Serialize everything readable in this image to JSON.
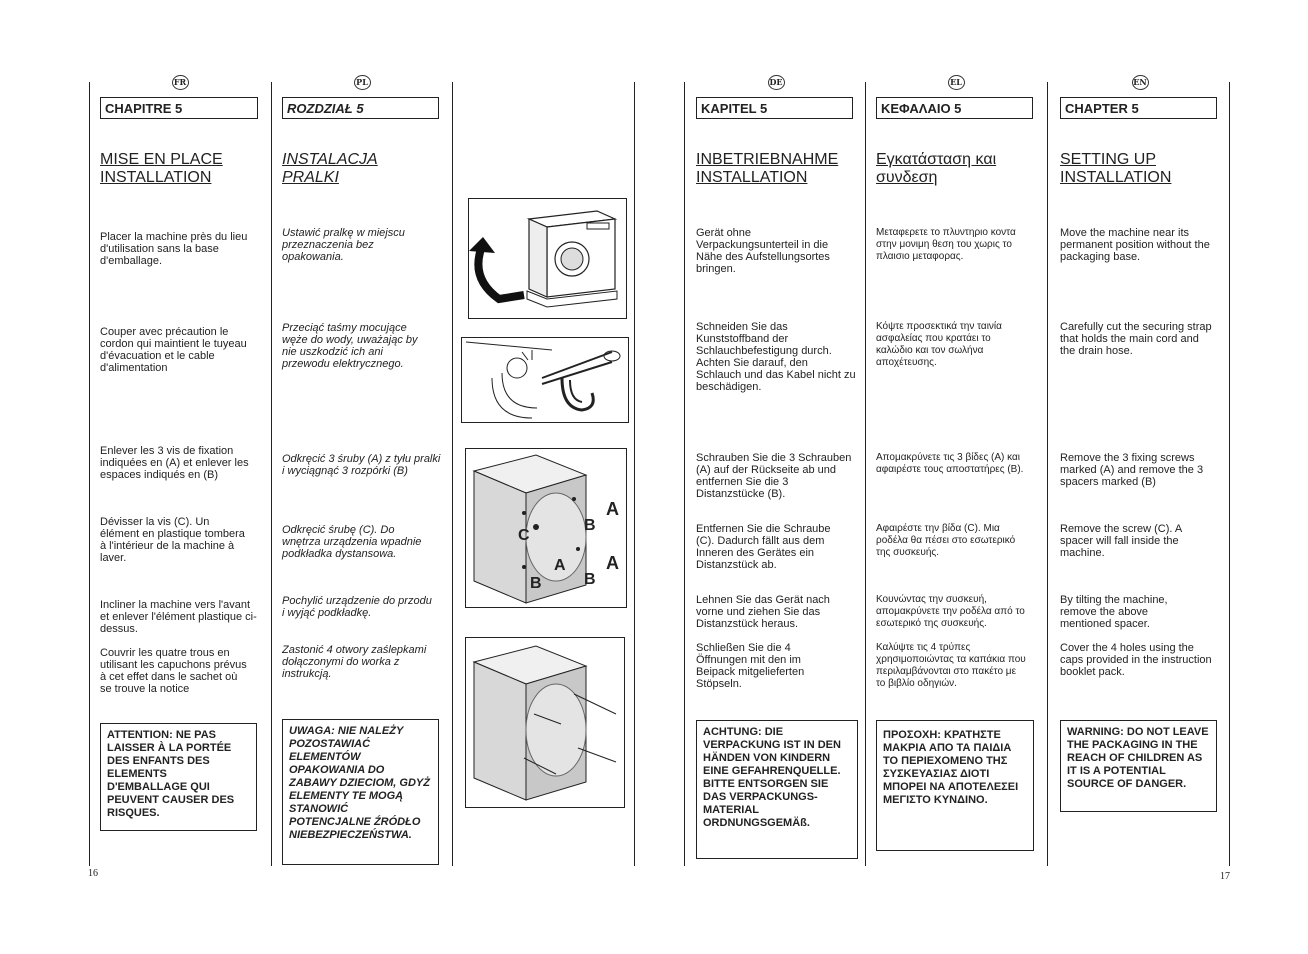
{
  "page_numbers": {
    "left": "16",
    "right": "17"
  },
  "fr": {
    "lang": "FR",
    "chapter": "CHAPITRE 5",
    "title": "MISE EN PLACE INSTALLATION",
    "p1": "Placer la machine près du lieu d'utilisation sans la base d'emballage.",
    "p2": "Couper avec précaution le cordon qui maintient le tuyeau d'évacuation et le cable d'alimentation",
    "p3": "Enlever les 3 vis de fixation indiquées en (A) et enlever les espaces indiqués en (B)",
    "p4": "Dévisser la vis (C). Un élément en plastique tombera à l'intérieur de la machine à laver.",
    "p5": "Incliner la machine vers l'avant et enlever l'élément plastique ci-dessus.",
    "p6": "Couvrir les quatre trous en utilisant les capuchons prévus à cet effet dans le sachet où se trouve la notice",
    "warning": "ATTENTION: NE PAS LAISSER À LA PORTÉE DES ENFANTS DES ELEMENTS D'EMBALLAGE QUI PEUVENT CAUSER DES RISQUES."
  },
  "pl": {
    "lang": "PL",
    "chapter": "ROZDZIAŁ 5",
    "title": "INSTALACJA PRALKI",
    "p1": "Ustawić pralkę w miejscu przeznaczenia bez opakowania.",
    "p2": "Przeciąć taśmy mocujące węże do wody, uważając by nie uszkodzić ich ani przewodu elektrycznego.",
    "p3": "Odkręcić 3 śruby (A) z tyłu pralki i wyciągnąć 3 rozpórki (B)",
    "p4": "Odkręcić śrubę (C). Do wnętrza urządzenia wpadnie podkładka dystansowa.",
    "p5": "Pochylić urządzenie do przodu i wyjąć podkładkę.",
    "p6": "Zastonić 4 otwory zaślepkami dołączonymi do worka z instrukcją.",
    "warning": "UWAGA: NIE NALEŻY POZOSTAWIAĆ ELEMENTÓW OPAKOWANIA DO ZABAWY DZIECIOM, GDYŻ ELEMENTY TE MOGĄ STANOWIĆ POTENCJALNE ŹRÓDŁO NIEBEZPIECZEŃSTWA."
  },
  "de": {
    "lang": "DE",
    "chapter": "KAPITEL 5",
    "title": "INBETRIEBNAHME INSTALLATION",
    "p1": "Gerät ohne Verpackungsunterteil in die Nähe des Aufstellungsortes bringen.",
    "p2": "Schneiden Sie das Kunststoffband der Schlauchbefestigung durch. Achten Sie darauf, den Schlauch und das Kabel nicht zu beschädigen.",
    "p3": "Schrauben Sie die 3 Schrauben (A) auf der Rückseite ab und entfernen Sie die 3 Distanzstücke (B).",
    "p4": "Entfernen Sie die Schraube (C). Dadurch fällt aus dem Inneren des Gerätes ein Distanzstück ab.",
    "p5": "Lehnen Sie das Gerät nach vorne und ziehen Sie das Distanzstück heraus.",
    "p6": "Schließen Sie die 4 Öffnungen mit den im Beipack mitgelieferten Stöpseln.",
    "warning": "ACHTUNG: DIE VERPACKUNG IST IN DEN HÄNDEN VON KINDERN EINE GEFAHRENQUELLE. BITTE ENTSORGEN SIE DAS VERPACKUNGS-MATERIAL ORDNUNGSGEMÄß."
  },
  "el": {
    "lang": "EL",
    "chapter": "ΚΕΦΑΛΑΙΟ 5",
    "title": "Εγκατάσταση και συνδεση",
    "p1": "Μεταφερετε το πλυντηριο κοντα στην μονιμη θεση του χωρις το πλαισιο μεταφορας.",
    "p2": "Κόψτε προσεκτικά την ταινία ασφαλείας που κρατάει το καλώδιο και τον σωλήνα αποχέτευσης.",
    "p3": "Απομακρύνετε τις 3 βίδες (A) και αφαιρέστε τους αποστατήρες (B).",
    "p4": "Αφαιρέστε την βίδα (C). Μια ροδέλα θα πέσει στο εσωτερικό της συσκευής.",
    "p5": "Κουνώντας την συσκευή, απομακρύνετε την ροδέλα από το εσωτερικό της συσκευής.",
    "p6": "Καλύψτε τις 4 τρύπες χρησιμοποιώντας τα καπάκια που περιλαμβάνονται στο πακέτο με το βιβλίο οδηγιών.",
    "warning": "ΠΡΟΣΟΧΗ: ΚΡΑΤΗΣΤΕ ΜΑΚΡΙΑ ΑΠΟ ΤΑ ΠΑΙΔΙΑ ΤΟ ΠΕΡΙΕΧΟΜΕΝΟ ΤΗΣ ΣΥΣΚΕΥΑΣΙΑΣ ΔΙΟΤΙ ΜΠΟΡΕΙ ΝΑ ΑΠΟΤΕΛΕΣΕΙ ΜΕΓΙΣΤΟ ΚΥΝΔΙΝΟ."
  },
  "en": {
    "lang": "EN",
    "chapter": "CHAPTER 5",
    "title": "SETTING UP INSTALLATION",
    "p1": "Move the machine near its permanent position without the packaging base.",
    "p2": "Carefully cut the securing strap that holds the main cord and the drain hose.",
    "p3": "Remove the 3 fixing screws marked (A) and remove the 3 spacers marked (B)",
    "p4": "Remove the screw (C). A spacer will fall inside the machine.",
    "p5": "By tilting the machine, remove the above mentioned spacer.",
    "p6": "Cover the 4 holes using the caps provided in the instruction booklet pack.",
    "warning": "WARNING: DO NOT LEAVE THE PACKAGING IN THE REACH OF CHILDREN AS IT IS A POTENTIAL SOURCE OF DANGER."
  },
  "figure_labels": {
    "a": "A",
    "b": "B",
    "c": "C"
  }
}
